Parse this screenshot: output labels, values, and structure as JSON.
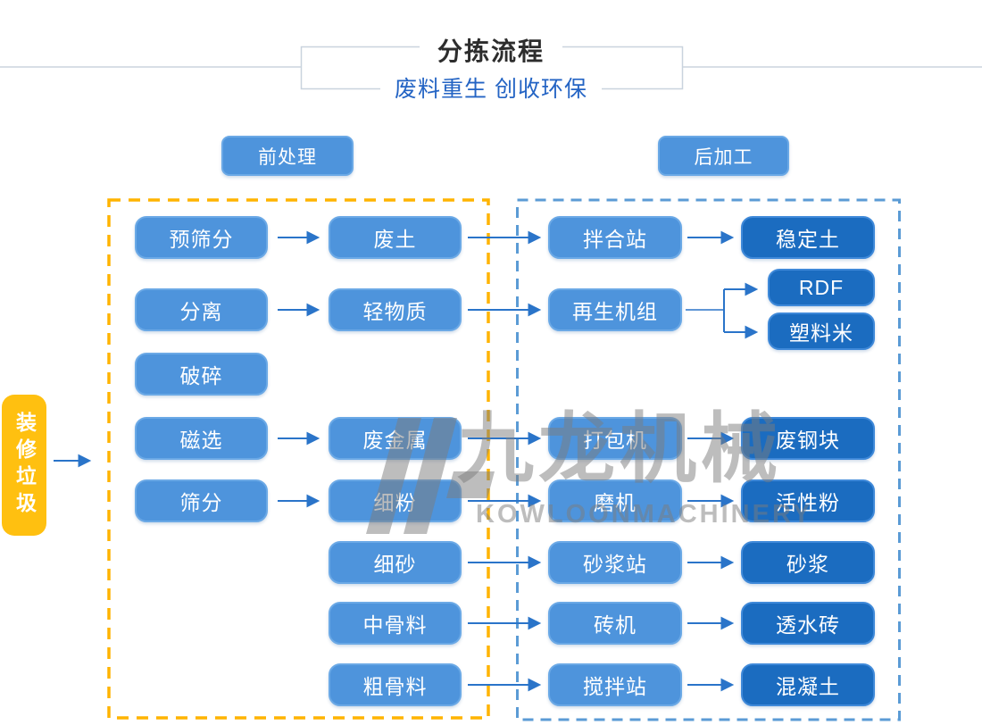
{
  "page": {
    "title": "分拣流程",
    "subtitle": "废料重生 创收环保"
  },
  "sections": {
    "pre_label": "前处理",
    "post_label": "后加工"
  },
  "input_label": "装修垃圾",
  "flowchart": {
    "colA": [
      "预筛分",
      "分离",
      "破碎",
      "磁选",
      "筛分"
    ],
    "colB": [
      "废土",
      "轻物质",
      "废金属",
      "细粉",
      "细砂",
      "中骨料",
      "粗骨料"
    ],
    "colC": [
      "拌合站",
      "再生机组",
      "打包机",
      "磨机",
      "砂浆站",
      "砖机",
      "搅拌站"
    ],
    "colD": [
      "稳定土",
      "RDF",
      "塑料米",
      "废钢块",
      "活性粉",
      "砂浆",
      "透水砖",
      "混凝土"
    ],
    "edges": [
      [
        "装修垃圾",
        "前处理"
      ],
      [
        "预筛分",
        "废土"
      ],
      [
        "分离",
        "轻物质"
      ],
      [
        "磁选",
        "废金属"
      ],
      [
        "筛分",
        "细粉"
      ],
      [
        "废土",
        "拌合站"
      ],
      [
        "轻物质",
        "再生机组"
      ],
      [
        "废金属",
        "打包机"
      ],
      [
        "细粉",
        "磨机"
      ],
      [
        "细砂",
        "砂浆站"
      ],
      [
        "中骨料",
        "砖机"
      ],
      [
        "粗骨料",
        "搅拌站"
      ],
      [
        "拌合站",
        "稳定土"
      ],
      [
        "再生机组",
        "RDF"
      ],
      [
        "再生机组",
        "塑料米"
      ],
      [
        "打包机",
        "废钢块"
      ],
      [
        "磨机",
        "活性粉"
      ],
      [
        "砂浆站",
        "砂浆"
      ],
      [
        "砖机",
        "透水砖"
      ],
      [
        "搅拌站",
        "混凝土"
      ]
    ]
  },
  "watermark": {
    "cn": "九龙机械",
    "en": "KOWLOONMACHINERY"
  },
  "colors": {
    "node_blue": "#4e94dc",
    "node_dark_blue": "#1b6cc0",
    "arrow_blue": "#2a74c9",
    "dash_yellow": "#ffb400",
    "dash_blue": "#5b9bd5",
    "input_gold": "#ffc010",
    "subtitle_blue": "#2464c4"
  }
}
